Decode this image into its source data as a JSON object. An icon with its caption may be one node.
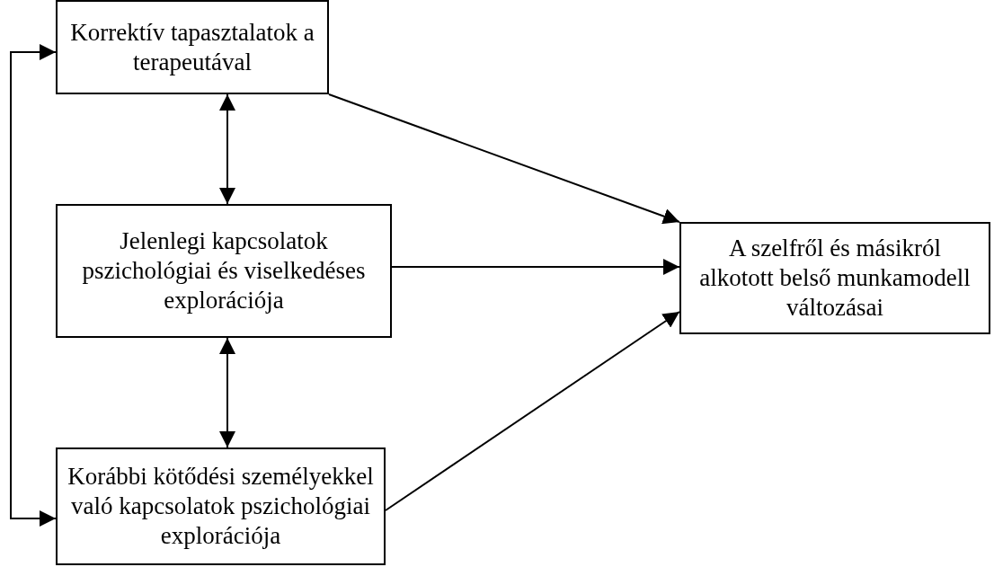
{
  "diagram": {
    "nodes": [
      {
        "text": [
          "Korrektív tapasztalatok a terapeutával"
        ]
      },
      {
        "text": [
          "Jelenlegi kapcsolatok pszichológiai és viselkedéses explorációja"
        ]
      },
      {
        "text": [
          "Korábbi kötődési személyekkel való kapcsolatok pszichológiai explorációja"
        ]
      },
      {
        "text": [
          "A szelfről és másikról alkotott belső munkamodell változásai"
        ]
      }
    ],
    "edges": [
      {
        "from": 0,
        "to": 1,
        "arrow": "both"
      },
      {
        "from": 1,
        "to": 2,
        "arrow": "both"
      },
      {
        "from": 0,
        "to": 2,
        "arrow": "both"
      },
      {
        "from": 0,
        "to": 3,
        "arrow": "to"
      },
      {
        "from": 1,
        "to": 3,
        "arrow": "to"
      },
      {
        "from": 2,
        "to": 3,
        "arrow": "to"
      }
    ]
  }
}
